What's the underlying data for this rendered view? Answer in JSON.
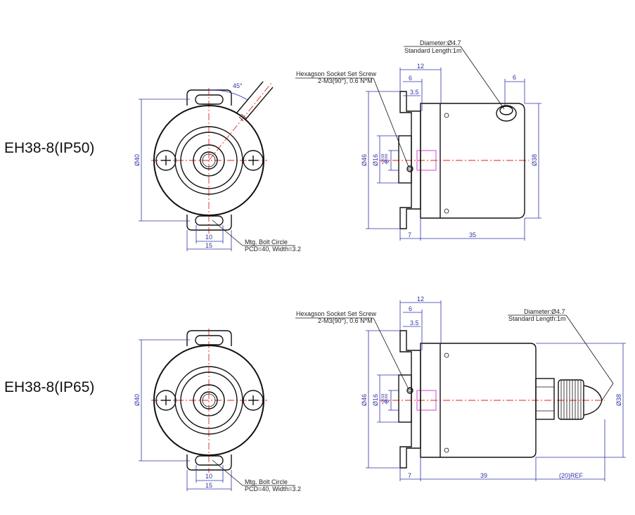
{
  "views": [
    {
      "title": "EH38-8(IP50)",
      "front": {
        "dia_outer": "Ø40",
        "angle": "45°",
        "dim_slot_inner": "10",
        "dim_slot_outer": "15",
        "bolt_note_1": "Mtg. Bolt Circle",
        "bolt_note_2": "PCD=40, Width=3.2"
      },
      "side": {
        "screw_note_1": "Hexagson Socket Set Screw",
        "screw_note_2": "2-M3(90°), 0.6 N*M",
        "cable_note_1": "Diameter:Ø4.7",
        "cable_note_2": "Standard Length:1m",
        "dim_12": "12",
        "dim_6a": "6",
        "dim_3_5": "3.5",
        "dim_6b": "6",
        "dim_46": "Ø46",
        "dim_16": "Ø16",
        "dim_8": "8",
        "dim_8_tol_hi": "+0.018",
        "dim_8_tol_lo": "+0.000",
        "dim_38": "Ø38",
        "dim_7": "7",
        "dim_body": "35"
      }
    },
    {
      "title": "EH38-8(IP65)",
      "front": {
        "dia_outer": "Ø40",
        "dim_slot_inner": "10",
        "dim_slot_outer": "15",
        "bolt_note_1": "Mtg. Bolt Circle",
        "bolt_note_2": "PCD=40, Width=3.2"
      },
      "side": {
        "screw_note_1": "Hexagson Socket Set Screw",
        "screw_note_2": "2-M3(90°), 0.6 N*M",
        "cable_note_1": "Diameter:Ø4.7",
        "cable_note_2": "Standard Length:1m",
        "dim_12": "12",
        "dim_6a": "6",
        "dim_3_5": "3.5",
        "dim_46": "Ø46",
        "dim_16": "Ø16",
        "dim_8": "8",
        "dim_8_tol_hi": "+0.018",
        "dim_8_tol_lo": "+0.000",
        "dim_38": "Ø38",
        "dim_7": "7",
        "dim_body": "39",
        "dim_ref": "(20)REF"
      }
    }
  ],
  "colors": {
    "dimension": "#2e33a8",
    "centerline": "#e2231a",
    "bore": "#d22bd2",
    "outline": "#111111"
  }
}
